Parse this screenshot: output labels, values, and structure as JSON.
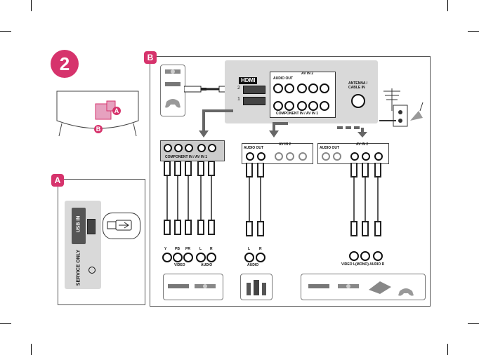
{
  "step_number": "2",
  "labels": {
    "a": "A",
    "b": "B"
  },
  "tv_ports": {
    "hdmi_logo": "HDMI",
    "hdmi_ports": [
      "2",
      "1"
    ],
    "audio_out": "AUDIO OUT",
    "av_in_2": "AV IN 2",
    "component_in_av_in_1": "COMPONENT IN / AV IN 1",
    "antenna": "ANTENNA / CABLE IN"
  },
  "panel_a": {
    "usb_label": "USB IN",
    "service_label": "SERVICE ONLY"
  },
  "component_block": {
    "label": "COMPONENT IN / AV IN 1",
    "video_label": "VIDEO",
    "audio_label": "AUDIO"
  },
  "audio_block": {
    "audio_out": "AUDIO OUT",
    "av_in_2": "AV IN 2"
  },
  "av_block": {
    "audio_out": "AUDIO OUT",
    "av_in_2": "AV IN 2"
  },
  "jack_labels": {
    "component": [
      "Y",
      "PB",
      "PR",
      "L",
      "R"
    ],
    "component_video": "VIDEO",
    "component_audio": "AUDIO",
    "audio": [
      "L",
      "R"
    ],
    "audio_caption": "AUDIO",
    "av": "VIDEO L(MONO) AUDIO R"
  },
  "colors": {
    "accent": "#d6336c",
    "panel_gray": "#d9d9d9",
    "arrow": "#666666"
  }
}
